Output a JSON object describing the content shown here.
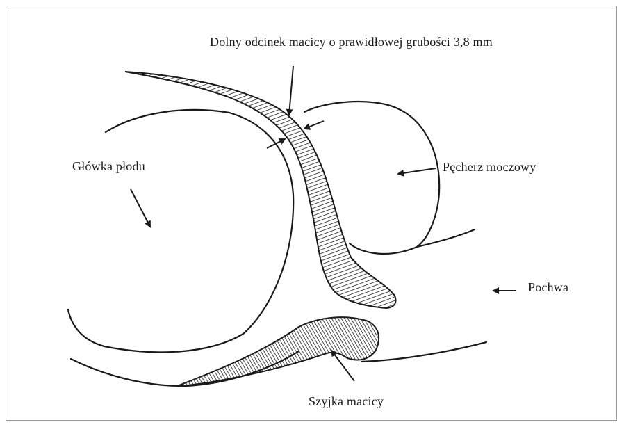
{
  "labels": {
    "lower_segment": "Dolny odcinek macicy o prawidłowej grubości 3,8 mm",
    "fetal_head": "Główka płodu",
    "bladder": "Pęcherz moczowy",
    "vagina": "Pochwa",
    "cervix": "Szyjka macicy"
  },
  "colors": {
    "ink": "#1a1a1a",
    "frame": "#9a9a9a"
  }
}
